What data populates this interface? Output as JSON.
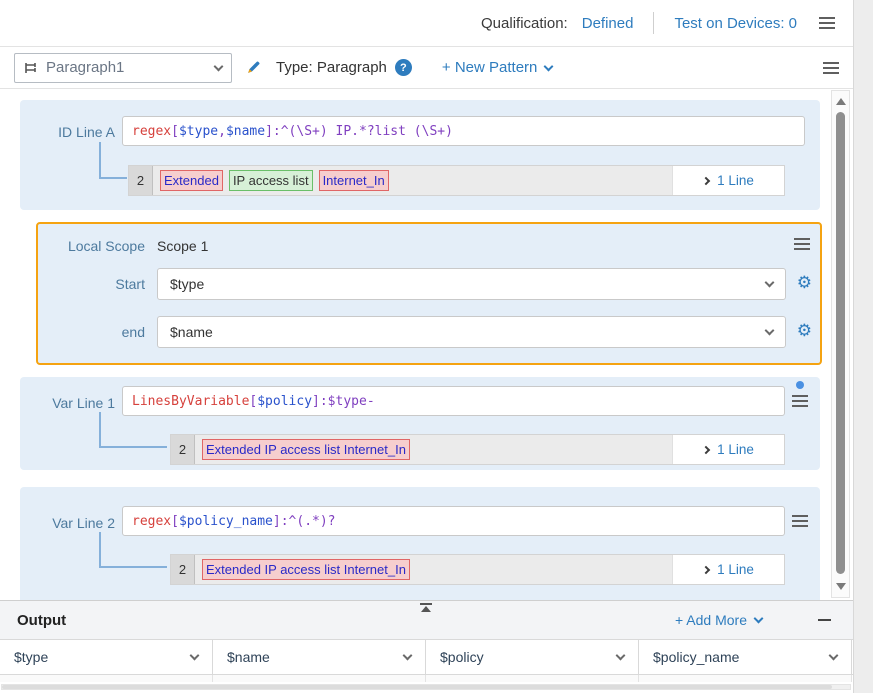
{
  "colors": {
    "accent_link_blue": "#2e7cbe",
    "card_background": "#e4eef8",
    "scope_border_orange": "#f5a311",
    "keyword_red": "#d6413c",
    "regex_purple": "#8040c0",
    "variable_blue": "#2a52cc",
    "match_red_border": "#e06666",
    "match_red_background": "#f6cece",
    "match_green_border": "#6abf69",
    "match_green_background": "#d7f0d7",
    "connector_blue": "#85b0da"
  },
  "header": {
    "qualification_label": "Qualification:",
    "qualification_value": "Defined",
    "test_on_devices_label": "Test on Devices: 0"
  },
  "toolbar": {
    "pattern_name": "Paragraph1",
    "type_label": "Type: Paragraph",
    "help_glyph": "?",
    "new_pattern_label": "+ New Pattern"
  },
  "id_line": {
    "label": "ID Line A",
    "pattern": {
      "keyword": "regex",
      "open_bracket": "[",
      "var1": "$type",
      "comma": ",",
      "var2": "$name",
      "rest": "]:^(\\S+) IP.*?list (\\S+)"
    },
    "match": {
      "line_number": "2",
      "tokens": [
        "Extended",
        "IP access list",
        "Internet_In"
      ],
      "expand_label": "1 Line"
    }
  },
  "scope": {
    "label": "Local Scope",
    "name": "Scope 1",
    "start": {
      "label": "Start",
      "value": "$type"
    },
    "end": {
      "label": "end",
      "value": "$name"
    }
  },
  "var_line_1": {
    "label": "Var Line 1",
    "pattern": {
      "keyword": "LinesByVariable",
      "open_bracket": "[",
      "var1": "$policy",
      "rest": "]:$type-"
    },
    "match": {
      "line_number": "2",
      "tokens": [
        "Extended IP access list Internet_In"
      ],
      "expand_label": "1 Line"
    }
  },
  "var_line_2": {
    "label": "Var Line 2",
    "pattern": {
      "keyword": "regex",
      "open_bracket": "[",
      "var1": "$policy_name",
      "rest": "]:^(.*)?"
    },
    "match": {
      "line_number": "2",
      "tokens": [
        "Extended IP access list Internet_In"
      ],
      "expand_label": "1 Line"
    }
  },
  "output": {
    "title": "Output",
    "add_more_label": "+ Add More",
    "columns": [
      "$type",
      "$name",
      "$policy",
      "$policy_name"
    ]
  }
}
